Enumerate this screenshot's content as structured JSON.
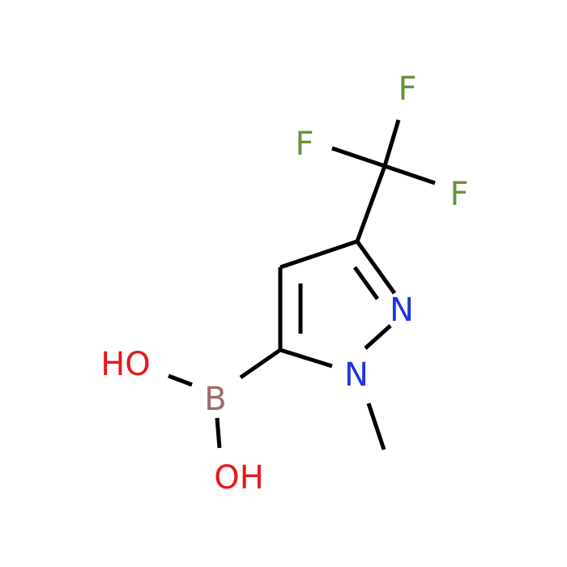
{
  "molecule": {
    "atoms": [
      {
        "id": "F1",
        "label": "F",
        "color": "#65953b"
      },
      {
        "id": "F2",
        "label": "F",
        "color": "#65953b"
      },
      {
        "id": "F3",
        "label": "F",
        "color": "#65953b"
      },
      {
        "id": "N2",
        "label": "N",
        "color": "#1c35e6"
      },
      {
        "id": "N1",
        "label": "N",
        "color": "#1c35e6"
      },
      {
        "id": "B",
        "label": "B",
        "color": "#9e6b6c"
      },
      {
        "id": "O1",
        "label": "HO",
        "color": "#e61919"
      },
      {
        "id": "O2",
        "label": "OH",
        "color": "#e61919"
      }
    ]
  }
}
